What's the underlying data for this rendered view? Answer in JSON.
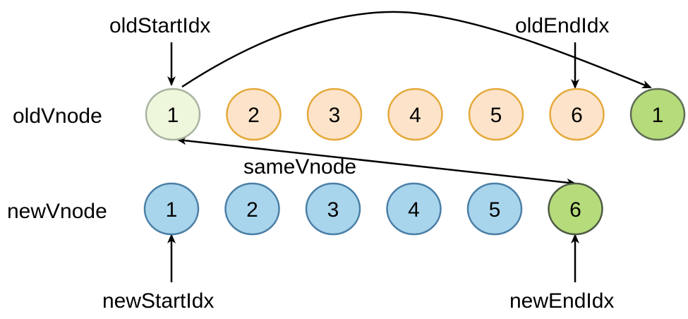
{
  "row_labels": {
    "old": "oldVnode",
    "new": "newVnode"
  },
  "pointers": {
    "old_start": "oldStartIdx",
    "old_end": "oldEndIdx",
    "new_start": "newStartIdx",
    "new_end": "newEndIdx"
  },
  "relation_label": "sameVnode",
  "old_nodes": [
    {
      "label": "1",
      "status": "moved-from",
      "fill": "#eef6dc",
      "stroke": "#a8b4a0"
    },
    {
      "label": "2",
      "status": "default",
      "fill": "#fde3c9",
      "stroke": "#e4a93a"
    },
    {
      "label": "3",
      "status": "default",
      "fill": "#fde3c9",
      "stroke": "#e4a93a"
    },
    {
      "label": "4",
      "status": "default",
      "fill": "#fde3c9",
      "stroke": "#e4a93a"
    },
    {
      "label": "5",
      "status": "default",
      "fill": "#fde3c9",
      "stroke": "#e4a93a"
    },
    {
      "label": "6",
      "status": "default",
      "fill": "#fde3c9",
      "stroke": "#e4a93a"
    },
    {
      "label": "1",
      "status": "moved",
      "fill": "#b5db7b",
      "stroke": "#5e6b55"
    }
  ],
  "new_nodes": [
    {
      "label": "1",
      "status": "default",
      "fill": "#a9d5ec",
      "stroke": "#4a7fa6"
    },
    {
      "label": "2",
      "status": "default",
      "fill": "#a9d5ec",
      "stroke": "#4a7fa6"
    },
    {
      "label": "3",
      "status": "default",
      "fill": "#a9d5ec",
      "stroke": "#4a7fa6"
    },
    {
      "label": "4",
      "status": "default",
      "fill": "#a9d5ec",
      "stroke": "#4a7fa6"
    },
    {
      "label": "5",
      "status": "default",
      "fill": "#a9d5ec",
      "stroke": "#4a7fa6"
    },
    {
      "label": "6",
      "status": "matched",
      "fill": "#b5db7b",
      "stroke": "#4d5a44"
    }
  ]
}
